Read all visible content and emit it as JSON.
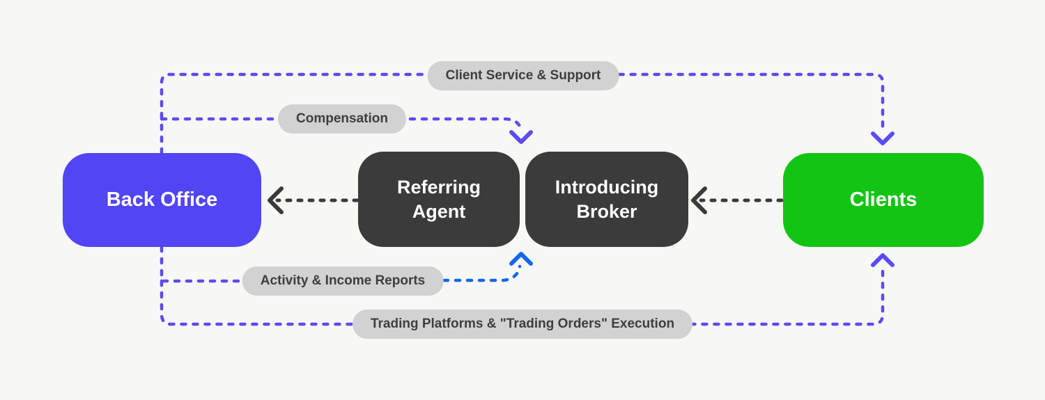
{
  "diagram": {
    "title": "Introducing broker workflow diagram",
    "nodes": {
      "back_office": {
        "label": "Back Office"
      },
      "referring_agent": {
        "label": "Referring Agent"
      },
      "introducing_broker": {
        "label": "Introducing Broker"
      },
      "clients": {
        "label": "Clients"
      }
    },
    "edge_labels": {
      "client_service": "Client Service & Support",
      "compensation": "Compensation",
      "activity_reports": "Activity & Income Reports",
      "trading_platforms": "Trading Platforms & \"Trading Orders\" Execution"
    },
    "colors": {
      "background": "#F7F7F5",
      "node_purple": "#5145F6",
      "node_dark": "#3B3B3B",
      "node_green": "#14C414",
      "node_text": "#FFFFFF",
      "line_purple": "#5A4BF2",
      "line_blue": "#1366F0",
      "line_dark": "#3A3A3A",
      "pill_background": "#D2D2D2",
      "pill_text": "#3E3E3E"
    }
  }
}
